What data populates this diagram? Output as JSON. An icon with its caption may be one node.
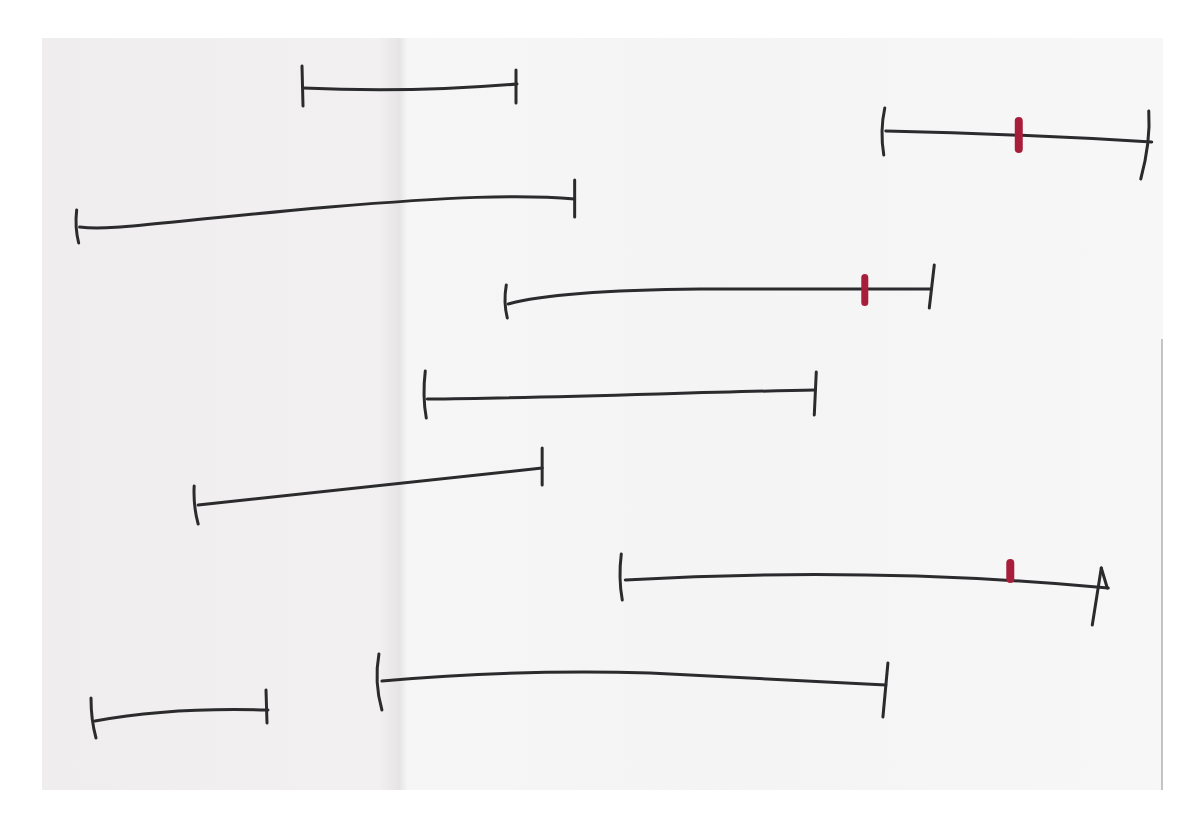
{
  "diagram": {
    "nodes": [
      {
        "text": [],
        "shape": "segment"
      },
      {
        "text": [],
        "shape": "segment"
      },
      {
        "text": [],
        "shape": "mark",
        "in": 1
      },
      {
        "text": [],
        "shape": "segment"
      },
      {
        "text": [],
        "shape": "segment"
      },
      {
        "text": [],
        "shape": "mark",
        "in": 4
      },
      {
        "text": [],
        "shape": "segment"
      },
      {
        "text": [],
        "shape": "segment"
      },
      {
        "text": [],
        "shape": "segment"
      },
      {
        "text": [],
        "shape": "mark",
        "in": 8
      },
      {
        "text": [],
        "shape": "segment"
      },
      {
        "text": [],
        "shape": "segment"
      }
    ]
  }
}
